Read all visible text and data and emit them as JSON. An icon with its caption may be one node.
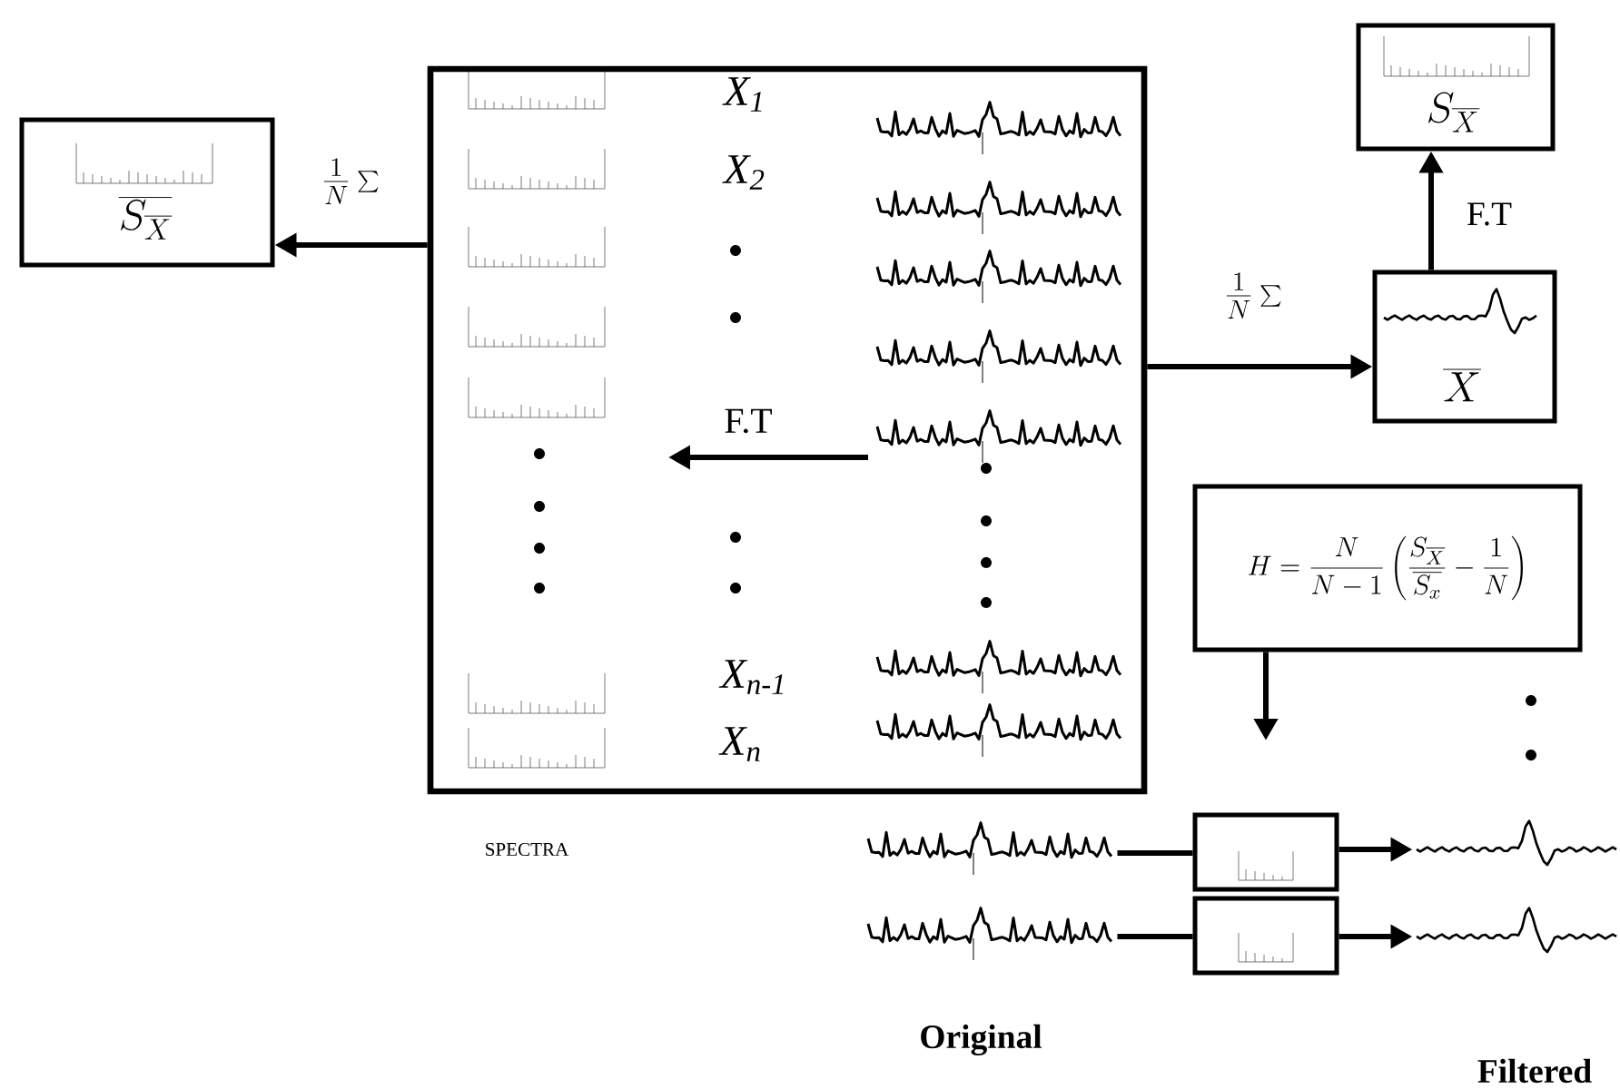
{
  "diagram": {
    "nodes": [
      {
        "text": [],
        "shape": "box",
        "beside": [
          "SPECTRA"
        ]
      },
      {
        "text": [
          "\\overline{S_{\\overline{X}}}"
        ]
      },
      {
        "text": [
          "S_{\\overline{X}}"
        ]
      },
      {
        "text": [
          "\\overline{X}"
        ]
      },
      {
        "text": [
          "H = \\frac{N}{N-1}\\left(\\frac{S_{\\overline{X}}}{\\overline{S_{x}}} - \\frac{1}{N}\\right)"
        ]
      },
      {
        "text": [],
        "shape": "box"
      },
      {
        "text": [],
        "shape": "box"
      },
      {
        "text": [],
        "shape": "picture"
      },
      {
        "text": [],
        "shape": "picture"
      },
      {
        "text": [],
        "shape": "picture"
      },
      {
        "text": [],
        "shape": "picture"
      }
    ],
    "edges": [
      {
        "from": 0,
        "to": 1,
        "arrow": "to",
        "label": "\\frac{1}{N}\\sum"
      },
      {
        "from": 0,
        "to": 3,
        "arrow": "to",
        "label": "\\frac{1}{N}\\sum"
      },
      {
        "from": 3,
        "to": 2,
        "arrow": "to",
        "label": "F.T"
      },
      {
        "from": 4,
        "to": null,
        "arrow": "to"
      },
      {
        "from": 7,
        "to": 5,
        "arrow": "none"
      },
      {
        "from": 5,
        "to": 9,
        "arrow": "to"
      },
      {
        "from": 8,
        "to": 6,
        "arrow": "none"
      },
      {
        "from": 6,
        "to": 10,
        "arrow": "to"
      }
    ],
    "labels": [
      "X$_{1}$",
      "X$_{2}$",
      "F.T",
      "X$_{n-1}$",
      "X$_{n}$",
      "Original",
      "Filtered"
    ]
  }
}
